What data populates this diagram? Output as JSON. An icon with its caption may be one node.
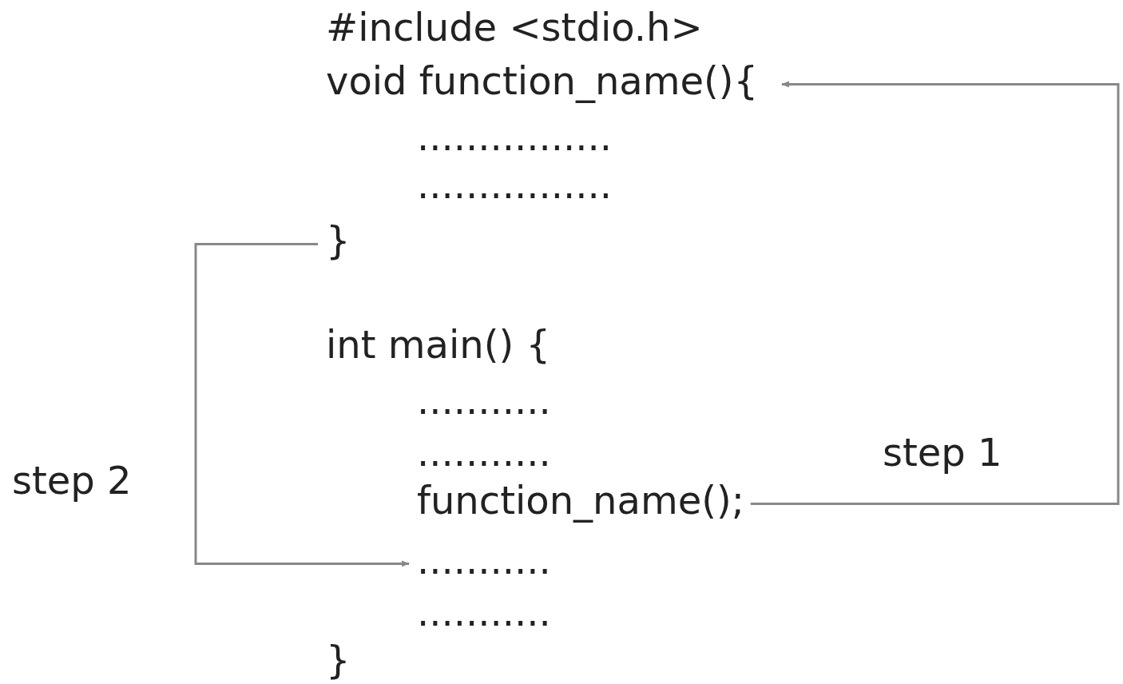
{
  "diagram": {
    "nodes": [
      {
        "text": [
          "void function_name(){"
        ]
      },
      {
        "text": [
          "}"
        ]
      },
      {
        "text": [
          "function_name();"
        ]
      },
      {
        "text": [
          "..........."
        ]
      }
    ],
    "edges": [
      {
        "from": 2,
        "to": 0,
        "arrow": "to",
        "label": "step 1"
      },
      {
        "from": 1,
        "to": 3,
        "arrow": "to",
        "label": "step 2"
      }
    ],
    "labels": [
      "#include <stdio.h>",
      "................",
      "................",
      "int main() {",
      "...........",
      "...........",
      "...........",
      "}"
    ]
  }
}
